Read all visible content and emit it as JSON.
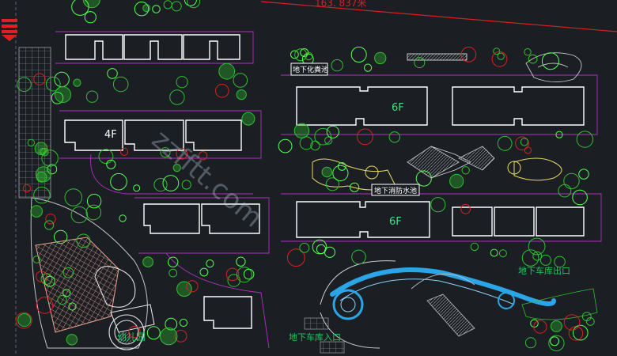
{
  "plan": {
    "dimension_text": "163. 837米",
    "labels": {
      "floor_4f": "4F",
      "floor_6f_top": "6F",
      "floor_6f_bottom": "6F",
      "septic_tank": "地下化粪池",
      "fire_pool": "地下消防水池",
      "garage_exit": "地下车库出口",
      "garage_entrance": "地下车库入口",
      "kindergarten": "幼儿园"
    },
    "watermark": "zzfftt.com"
  },
  "colors": {
    "background": "#1b1f24",
    "building": "#ffffff",
    "tree_green": "#2fbf2f",
    "tree_bright": "#55ff55",
    "boundary_red": "#d92020",
    "path_magenta": "#b030c0",
    "water_blue": "#2aa6e8",
    "paving_pink": "#e8a090",
    "label_green": "#22c55e"
  }
}
